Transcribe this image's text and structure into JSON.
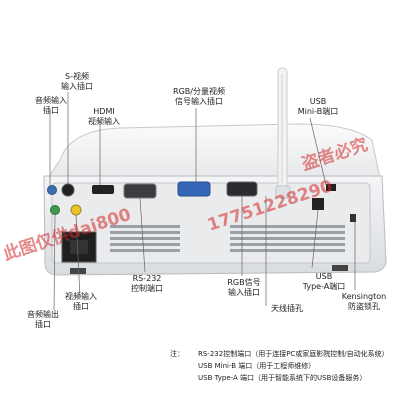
{
  "labels": {
    "audio_in": "音频输入\n插口",
    "svideo_in": "S-视频\n输入插口",
    "hdmi_in": "HDMI\n视频输入",
    "rgb_component_in": "RGB/分量视频\n信号输入插口",
    "usb_mini_b": "USB\nMini-B端口",
    "rs232": "RS-232\n控制端口",
    "rgb_in": "RGB信号\n输入插口",
    "antenna": "天线插孔",
    "usb_type_a": "USB\nType-A端口",
    "kensington": "Kensington\n防盗锁孔",
    "video_in": "视频输入\n插口",
    "audio_out": "音频输出\n插口"
  },
  "notes": {
    "prefix": "注：",
    "line1": "RS-232控制端口（用于连接PC或家庭影院控制/自动化系统）",
    "line2": "USB Mini-B 端口（用于工程师维修）",
    "line3": "USB Type-A 端口（用于智能系统下的USB设备服务）"
  },
  "watermarks": {
    "w1": "此图仅供dai800",
    "w2": "盗者必究",
    "w3": "17751228290"
  }
}
